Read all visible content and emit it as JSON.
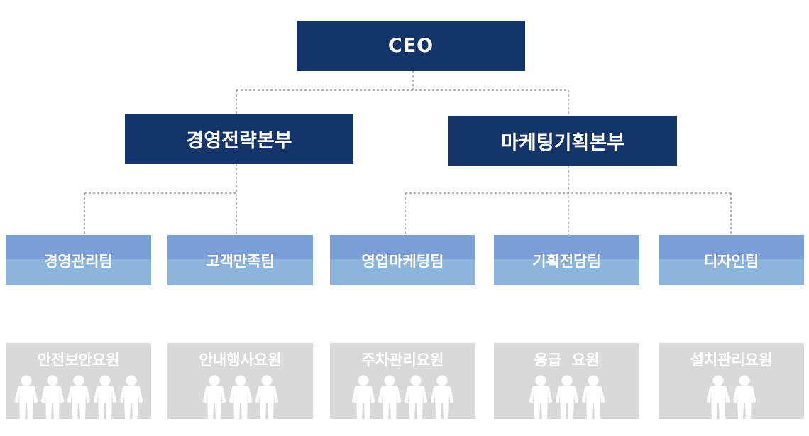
{
  "ceo": "CEO",
  "divisions": [
    {
      "label": "경영전략본부"
    },
    {
      "label": "마케팅기획본부"
    }
  ],
  "teams": [
    {
      "label": "경영관리팀"
    },
    {
      "label": "고객만족팀"
    },
    {
      "label": "영업마케팅팀"
    },
    {
      "label": "기획전담팀"
    },
    {
      "label": "디자인팀"
    }
  ],
  "staff": [
    {
      "label": "안전보안요원",
      "people": 5
    },
    {
      "label": "안내행사요원",
      "people": 3
    },
    {
      "label": "주차관리요원",
      "people": 4
    },
    {
      "label": "응급  요원",
      "people": 3
    },
    {
      "label": "설치관리요원",
      "people": 2
    }
  ],
  "colors": {
    "dark_box": "#14356a",
    "team_top": "#7a9fd6",
    "team_bottom": "#8db5dc",
    "staff_box": "#d9d9d9",
    "connector": "#7f7f7f"
  },
  "icons": {
    "staff_figure": "person-icon"
  }
}
